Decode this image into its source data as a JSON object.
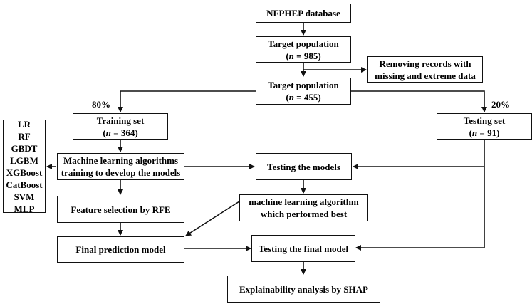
{
  "nodes": {
    "db": {
      "line1": "NFPHEP database"
    },
    "target1": {
      "line1": "Target population",
      "n_label": "n",
      "n_value": " = 985)"
    },
    "remove": {
      "line1": "Removing records with",
      "line2": "missing and extreme data"
    },
    "target2": {
      "line1": "Target population",
      "n_label": "n",
      "n_value": " = 455)"
    },
    "training": {
      "line1": "Training set",
      "n_label": "n",
      "n_value": " = 364)"
    },
    "testing_set": {
      "line1": "Testing set",
      "n_label": "n",
      "n_value": " = 91)"
    },
    "ml_train": {
      "line1": "Machine learning algorithms",
      "line2": "training to develop the models"
    },
    "test_models": {
      "line1": "Testing the models"
    },
    "feature_sel": {
      "line1": "Feature selection by RFE"
    },
    "best_algo": {
      "line1": "machine learning  algorithm",
      "line2": "which performed best"
    },
    "final_model": {
      "line1": "Final prediction model"
    },
    "test_final": {
      "line1": "Testing the final model"
    },
    "shap": {
      "line1": "Explainability analysis by SHAP"
    }
  },
  "algorithms": [
    "LR",
    "RF",
    "GBDT",
    "LGBM",
    "XGBoost",
    "CatBoost",
    "SVM",
    "MLP"
  ],
  "split": {
    "train_pct": "80%",
    "test_pct": "20%"
  },
  "colors": {
    "stroke": "#111111",
    "text": "#000000"
  }
}
